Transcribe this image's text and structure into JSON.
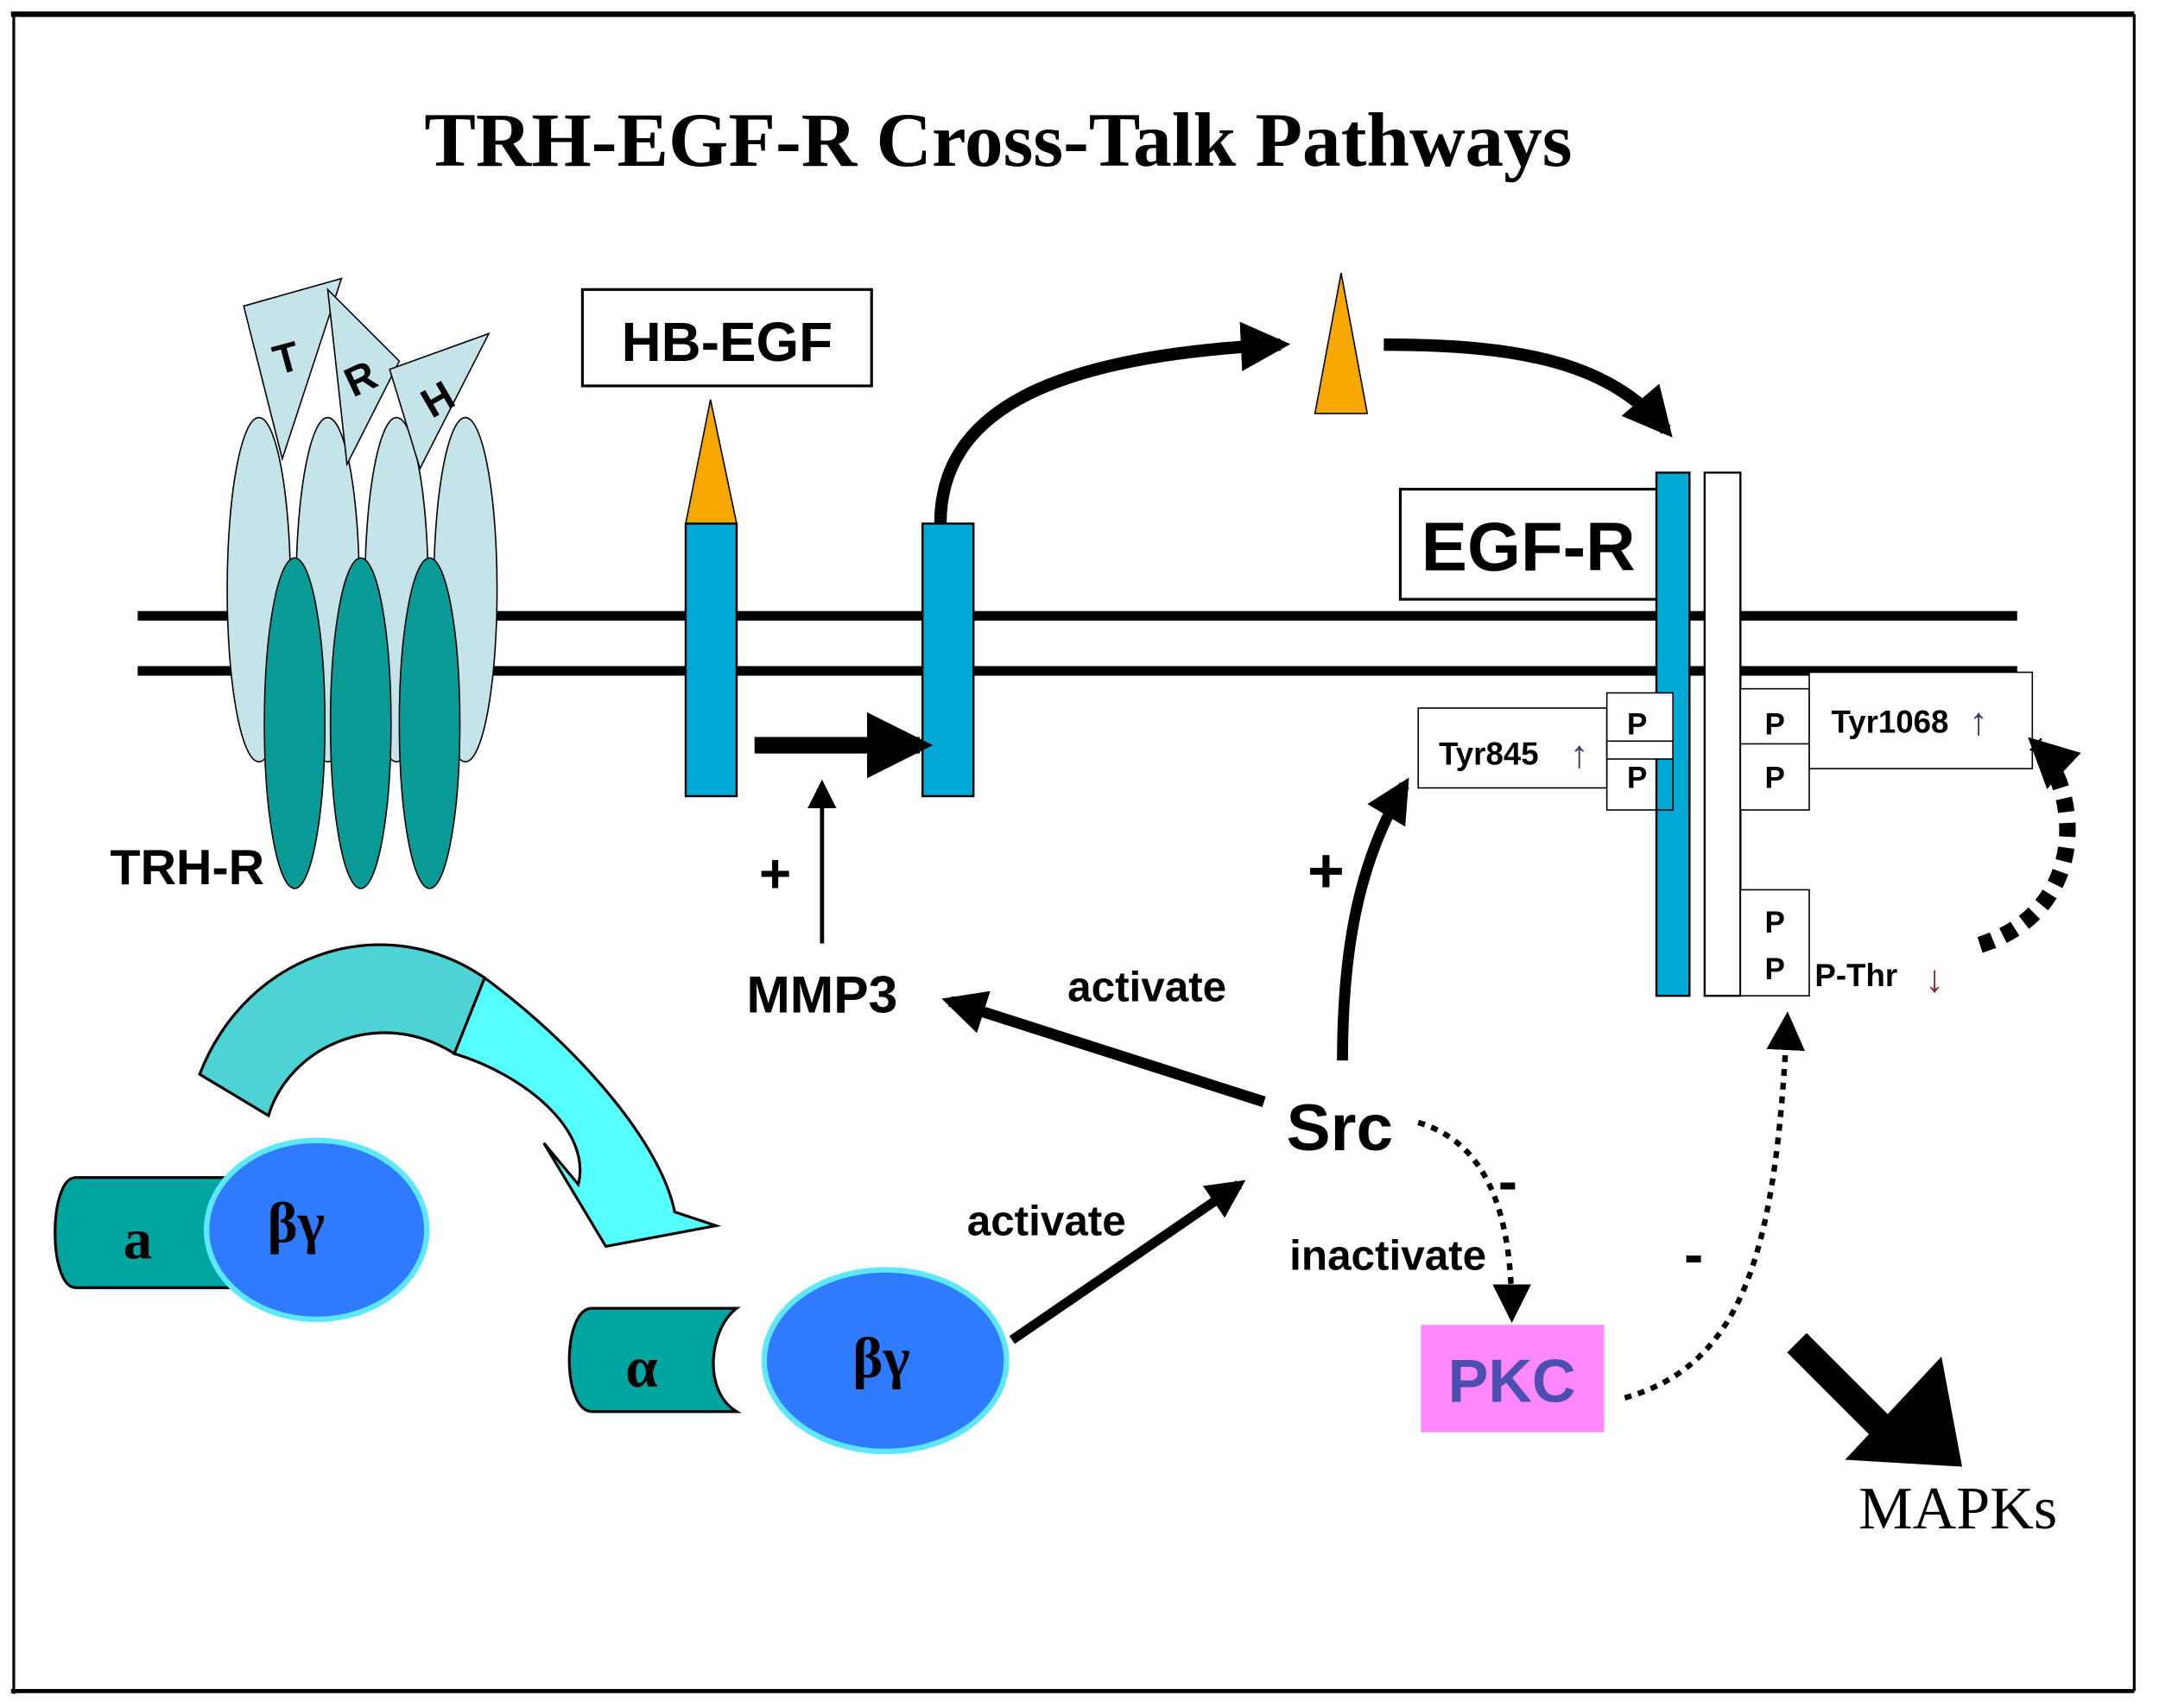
{
  "title": "TRH-EGF-R Cross-Talk Pathways",
  "ligand": {
    "letters": [
      "T",
      "R",
      "H"
    ]
  },
  "receptors": {
    "trh_r": "TRH-R",
    "hb_egf": "HB-EGF",
    "egf_r": "EGF-R"
  },
  "phospho_sites": {
    "tyr845": "Tyr845",
    "tyr1068": "Tyr1068",
    "p_thr": "P-Thr",
    "p": "P",
    "up_arrow": "↑",
    "down_arrow": "↓"
  },
  "g_protein": {
    "alpha_bound": "a",
    "alpha_free": "α",
    "beta_gamma": "βγ"
  },
  "nodes": {
    "mmp3": "MMP3",
    "src": "Src",
    "pkc": "PKC",
    "mapks": "MAPKs"
  },
  "edge_labels": {
    "activate_mmp3": "activate",
    "activate_src": "activate",
    "inactivate": "inactivate",
    "plus_mmp3": "+",
    "plus_src": "+",
    "minus_src_pkc": "-",
    "minus_pkc_egfr": "-"
  },
  "colors": {
    "membrane": "#000000",
    "receptor_light": "#c4e4ea",
    "receptor_dark": "#0a9b96",
    "egf_bar": "#00a8d6",
    "ligand_orange": "#f6a800",
    "g_alpha": "#00a59f",
    "g_beta_gamma": "#2f7bff",
    "g_beta_gamma_ring": "#5ee8ff",
    "curved_arrow_a": "#4dd3d3",
    "curved_arrow_b": "#55ffff",
    "pkc_bg": "#ff88ff",
    "pkc_text": "#4a4fb0"
  }
}
